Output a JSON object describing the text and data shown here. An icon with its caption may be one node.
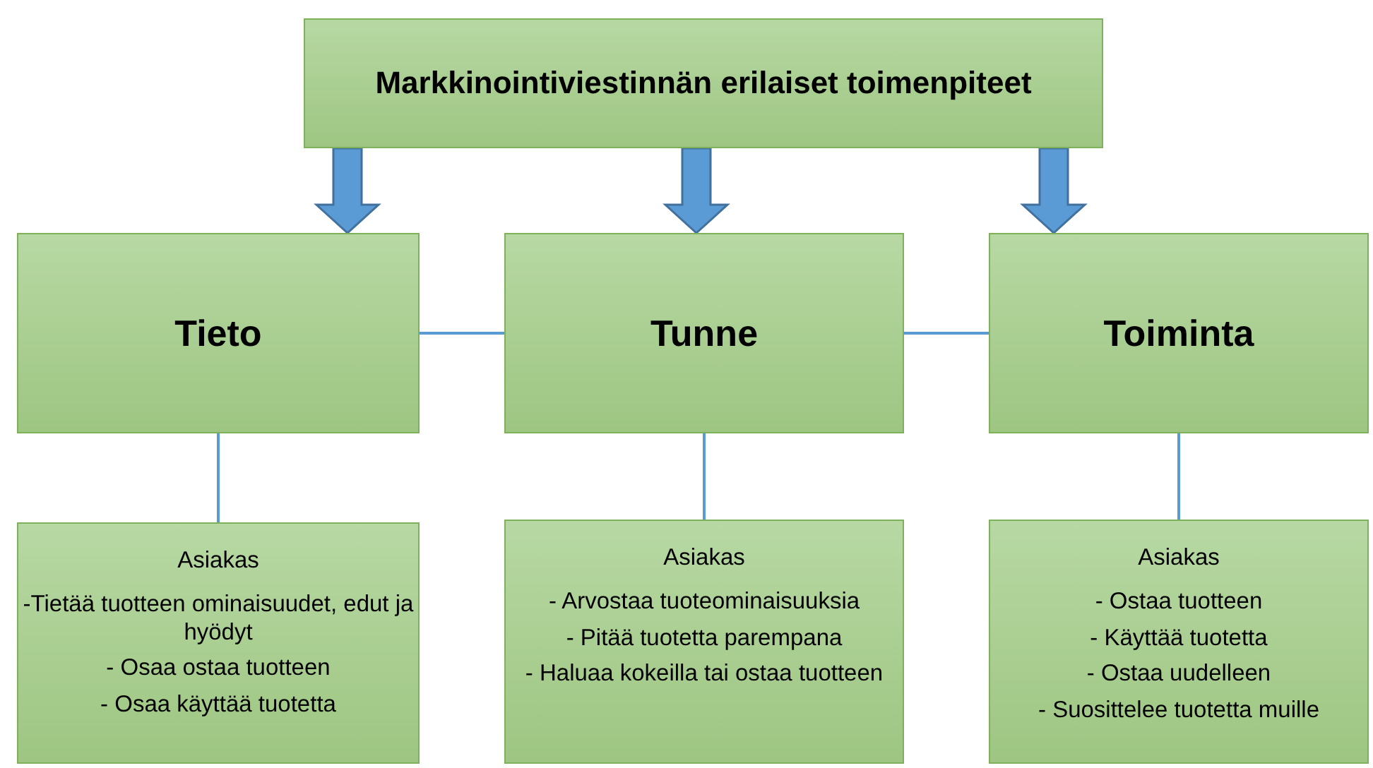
{
  "diagram": {
    "nodes": [
      {
        "text": [
          "Markkinointiviestinnän erilaiset toimenpiteet"
        ]
      },
      {
        "text": [
          "Tieto"
        ]
      },
      {
        "text": [
          "Tunne"
        ]
      },
      {
        "text": [
          "Toiminta"
        ]
      },
      {
        "text": [
          "Asiakas",
          "-Tietää tuotteen ominaisuudet, edut ja hyödyt",
          "- Osaa ostaa tuotteen",
          "- Osaa käyttää tuotetta"
        ]
      },
      {
        "text": [
          "Asiakas",
          "- Arvostaa tuoteominaisuuksia",
          "- Pitää tuotetta parempana",
          "- Haluaa kokeilla tai ostaa tuotteen"
        ]
      },
      {
        "text": [
          "Asiakas",
          "- Ostaa tuotteen",
          "- Käyttää tuotetta",
          "- Ostaa uudelleen",
          "- Suosittelee tuotetta muille"
        ]
      }
    ],
    "edges": [
      {
        "from": 0,
        "to": 1,
        "arrow": "to",
        "style": "thick"
      },
      {
        "from": 0,
        "to": 2,
        "arrow": "to",
        "style": "thick"
      },
      {
        "from": 0,
        "to": 3,
        "arrow": "to",
        "style": "thick"
      },
      {
        "from": 1,
        "to": 2,
        "arrow": "none"
      },
      {
        "from": 2,
        "to": 3,
        "arrow": "none"
      },
      {
        "from": 1,
        "to": 4,
        "arrow": "none"
      },
      {
        "from": 2,
        "to": 5,
        "arrow": "none"
      },
      {
        "from": 3,
        "to": 6,
        "arrow": "none"
      }
    ]
  }
}
